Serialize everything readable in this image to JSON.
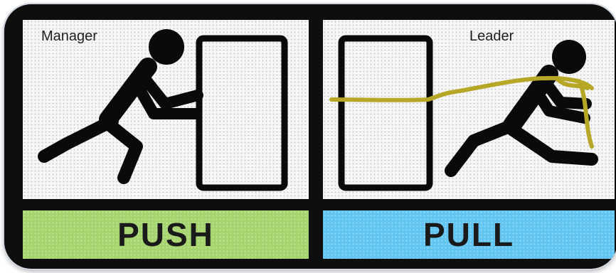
{
  "panels": {
    "left": {
      "figure_label": "Manager",
      "banner_text": "PUSH",
      "banner_color": "#a6d46e"
    },
    "right": {
      "figure_label": "Leader",
      "banner_text": "PULL",
      "banner_color": "#62c6f1"
    }
  },
  "colors": {
    "frame": "#0e0e0e",
    "figure": "#0a0a0a",
    "rope": "#b7a726",
    "panel_background": "#f6f6f6"
  },
  "icons": [
    "stick-figure-pushing",
    "stick-figure-pulling",
    "door-icon",
    "rope"
  ]
}
